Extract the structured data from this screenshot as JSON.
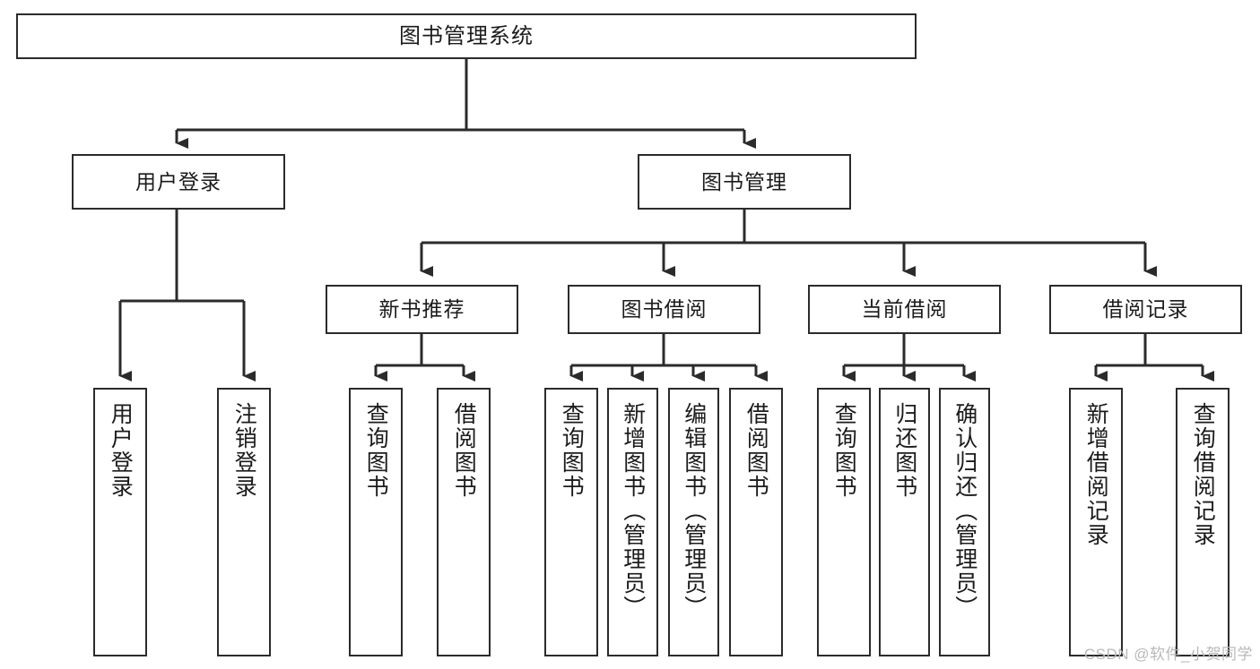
{
  "diagram": {
    "title": "图书管理系统",
    "watermark": "CSDN @软件_小贺同学",
    "colors": {
      "stroke": "#2b2b2b",
      "fill": "#ffffff",
      "text": "#1b1b1b",
      "watermark": "#b9b9b9"
    },
    "nodes": {
      "root": "图书管理系统",
      "level1": {
        "user_login": "用户登录",
        "book_manage": "图书管理"
      },
      "level2": {
        "new_book_rec": "新书推荐",
        "book_borrow": "图书借阅",
        "current_borrow": "当前借阅",
        "borrow_record": "借阅记录"
      },
      "leaves": {
        "user_login_1": "用户登录",
        "user_login_2": "注销登录",
        "new_book_rec_1": "查询图书",
        "new_book_rec_2": "借阅图书",
        "book_borrow_1": "查询图书",
        "book_borrow_2": "新增图书（管理员）",
        "book_borrow_3": "编辑图书（管理员）",
        "book_borrow_4": "借阅图书",
        "current_borrow_1": "查询图书",
        "current_borrow_2": "归还图书",
        "current_borrow_3": "确认归还（管理员）",
        "borrow_record_1": "新增借阅记录",
        "borrow_record_2": "查询借阅记录"
      }
    }
  }
}
